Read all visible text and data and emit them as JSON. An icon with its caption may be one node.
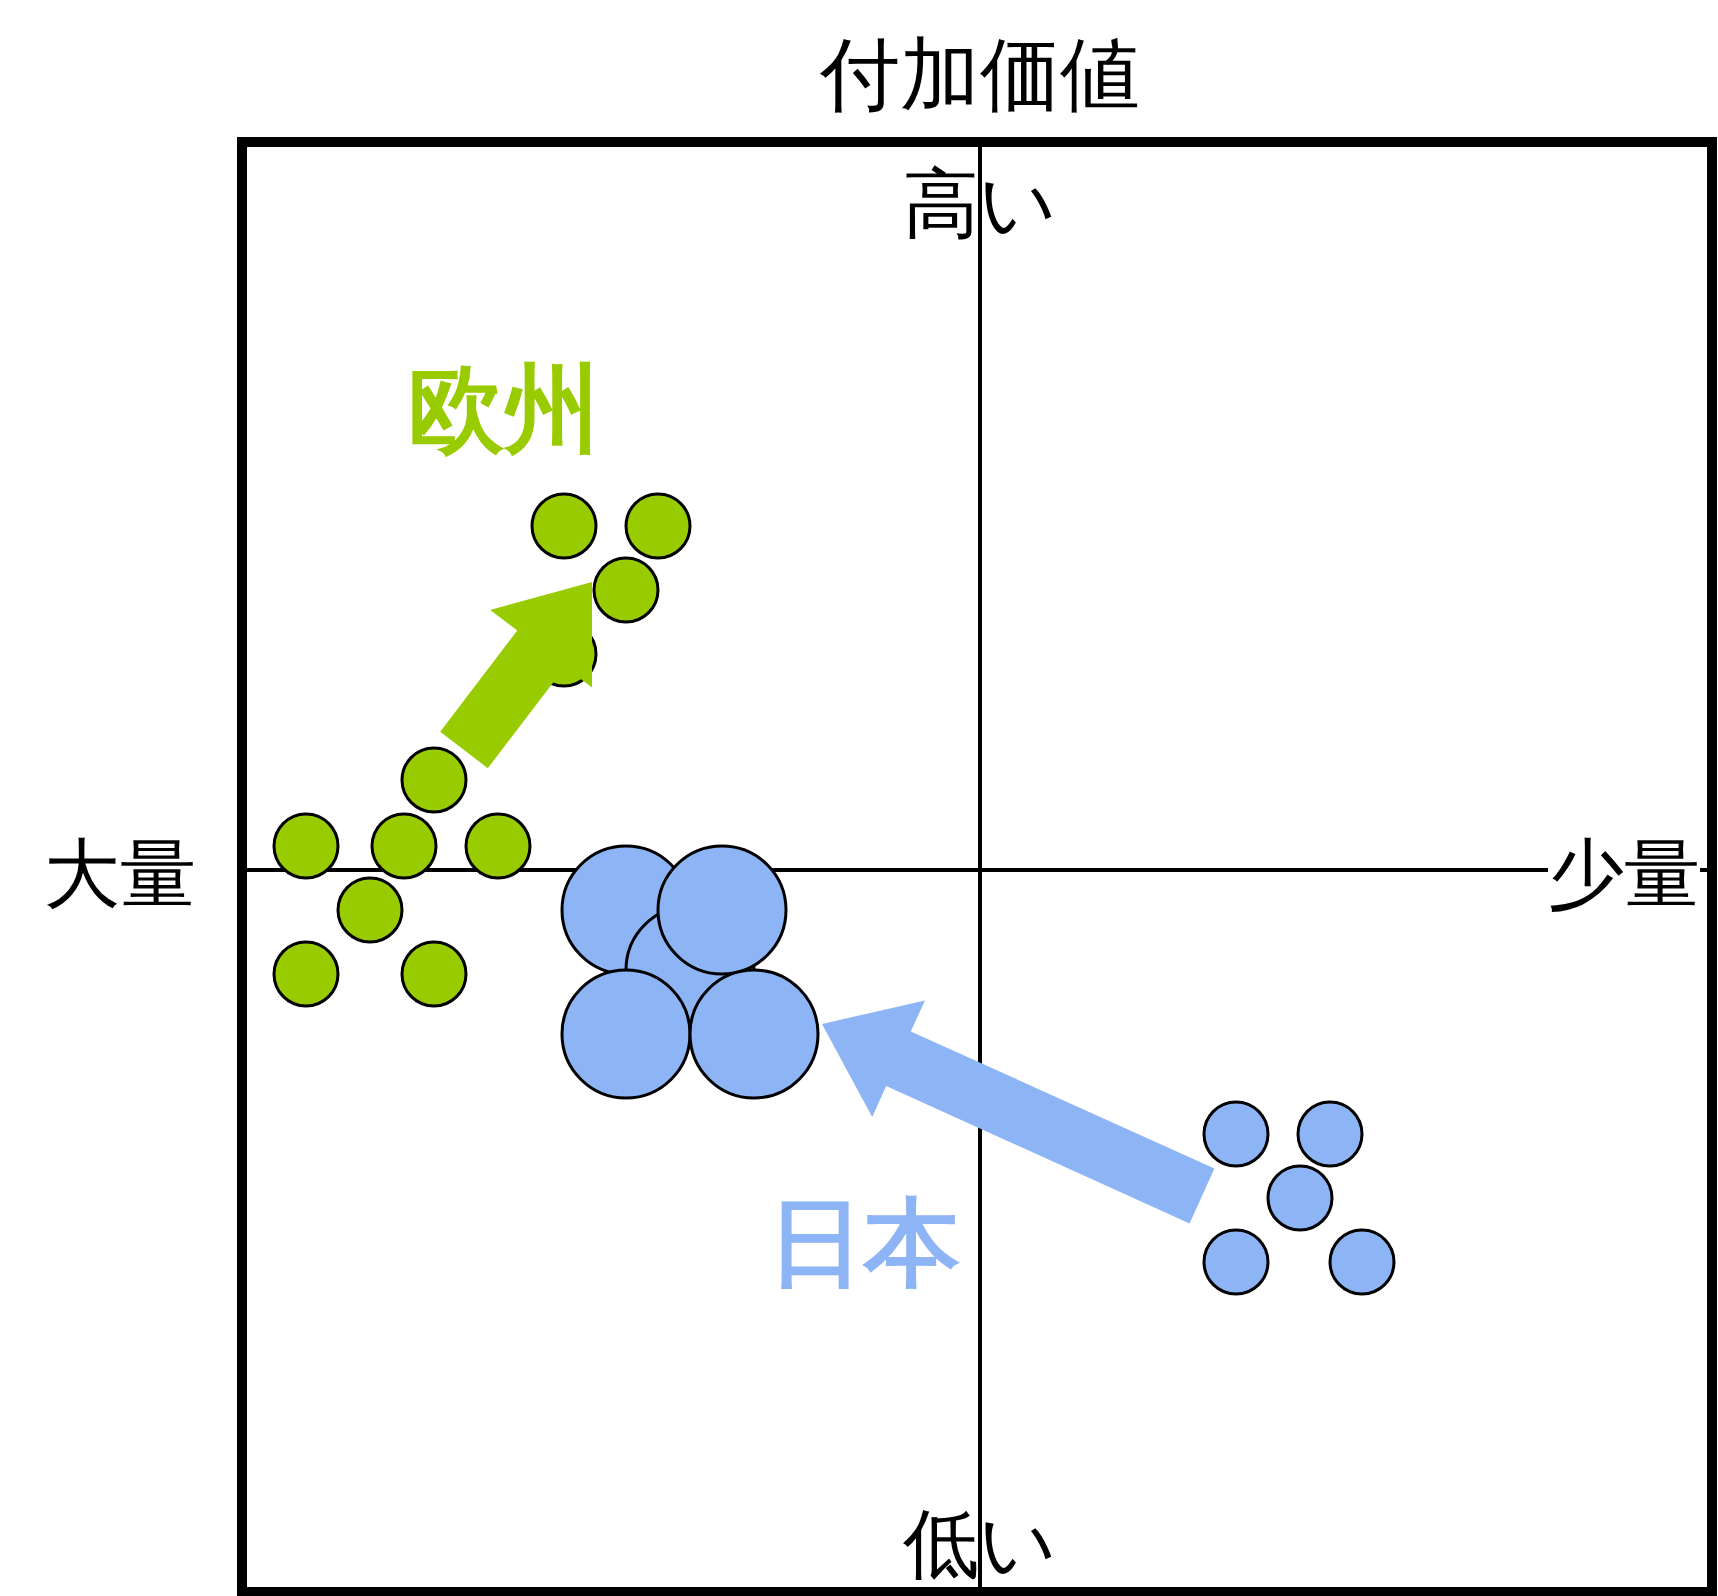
{
  "diagram": {
    "title": "付加価値",
    "nodes": [
      {
        "text": [],
        "shape": "circle"
      },
      {
        "text": [],
        "shape": "circle"
      },
      {
        "text": [],
        "shape": "circle"
      },
      {
        "text": [],
        "shape": "circle"
      }
    ],
    "edges": [
      {
        "from": 0,
        "to": 1,
        "arrow": "to",
        "style": "thick",
        "color": "#99cc00"
      },
      {
        "from": 2,
        "to": 3,
        "arrow": "to",
        "style": "thick",
        "color": "#8db4f5"
      }
    ],
    "labels": [
      "高い",
      "欧州",
      "大量",
      "少量",
      "日本",
      "低い"
    ]
  }
}
